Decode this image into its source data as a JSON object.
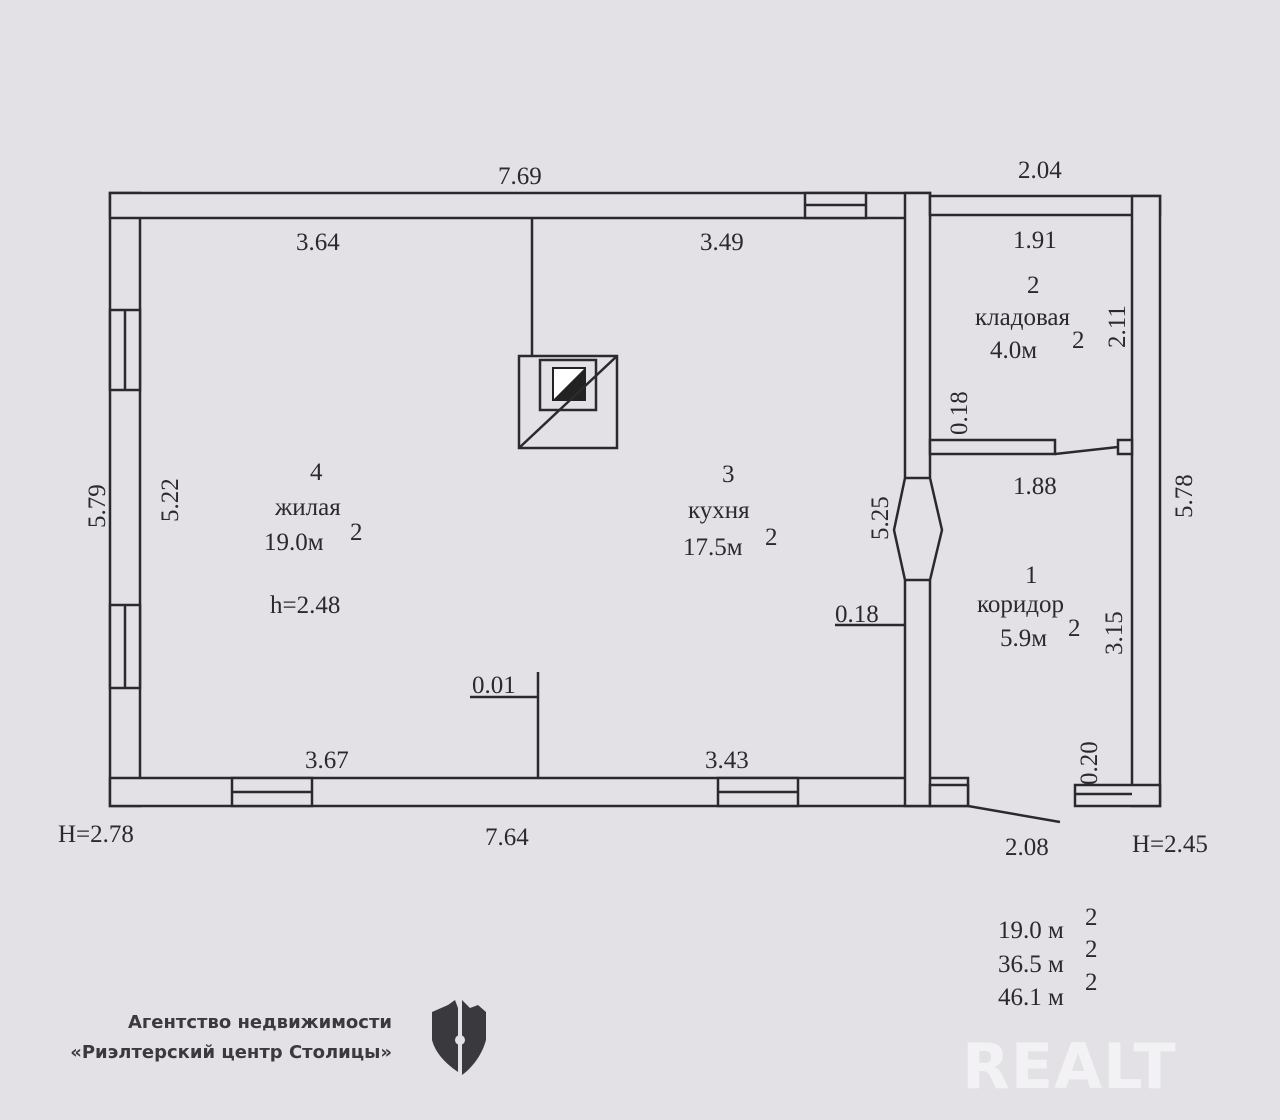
{
  "plan": {
    "outer_dims": {
      "top_main": "7.69",
      "top_annex": "2.04",
      "bottom_main": "7.64",
      "bottom_annex": "2.08",
      "left": "5.79",
      "right": "5.78"
    },
    "inner_dims": {
      "top_left": "3.64",
      "top_right": "3.49",
      "bottom_left": "3.67",
      "bottom_right": "3.43",
      "left_inner": "5.22",
      "partition": "5.25",
      "storage_width": "1.91",
      "storage_height": "2.11",
      "storage_wall": "0.18",
      "corridor_width": "1.88",
      "corridor_height": "3.15",
      "partition_thickness": "0.18",
      "wall_small": "0.01",
      "corridor_wall": "0.20"
    },
    "heights": {
      "left": "H=2.78",
      "right": "H=2.45",
      "room_height": "h=2.48"
    },
    "rooms": [
      {
        "number": "1",
        "name": "коридор",
        "area": "5.9м",
        "sup": "2"
      },
      {
        "number": "2",
        "name": "кладовая",
        "area": "4.0м",
        "sup": "2"
      },
      {
        "number": "3",
        "name": "кухня",
        "area": "17.5м",
        "sup": "2"
      },
      {
        "number": "4",
        "name": "жилая",
        "area": "19.0м",
        "sup": "2"
      }
    ],
    "totals": [
      {
        "value": "19.0 м",
        "sup": "2"
      },
      {
        "value": "36.5 м",
        "sup": "2"
      },
      {
        "value": "46.1 м",
        "sup": "2"
      }
    ]
  },
  "watermark": {
    "agency_line1": "Агентство недвижимости",
    "agency_line2": "«Риэлтерский центр Столицы»",
    "brand": "REALT"
  }
}
